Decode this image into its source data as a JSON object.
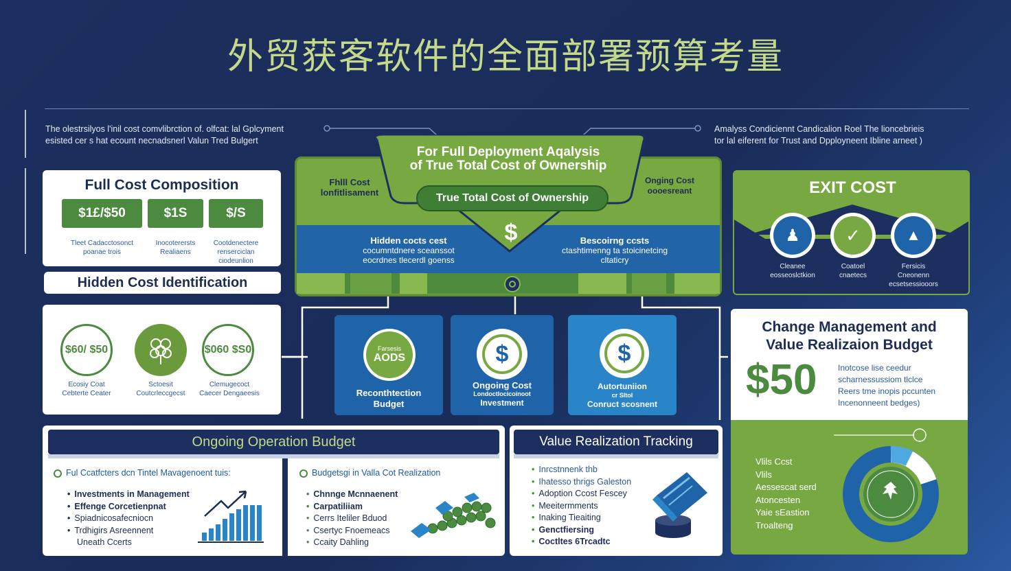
{
  "title": "外贸获客软件的全面部署预算考量",
  "intro_left": [
    "The olestrsilyos l'inil cost comvlibrction of. olfcat: lal Gplcyment",
    "esisted cer s hat ecount necnadsnerl Valun Tred Bulgert"
  ],
  "intro_right": [
    "Amalyss Condiciennt Candicalion Roel The lioncebrieis",
    "tor lal eiferent for Trust and Dpployneent Ibline arneet )"
  ],
  "center": {
    "header_l1": "For Full Deployment Aqalysis",
    "header_l2": "of True Total Cost of Ownership",
    "pill": "True Total Cost of Ownership",
    "left_tab": [
      "Fhlll Cost",
      "lonfitlisament"
    ],
    "right_tab": [
      "Onging Cost",
      "oooesreant"
    ],
    "dollar": "$",
    "band_left": [
      "Hidden cocts cest",
      "cocumntdnere sceanssot",
      "eocrdnes  tlecerdl goenss"
    ],
    "band_right": [
      "Bescoirng ccsts",
      "ctashtimenng ta stoicinetcing",
      "cltaticry"
    ]
  },
  "full_cost": {
    "title": "Full Cost Composition",
    "values": [
      "$1£/$50",
      "$1S",
      "$/S"
    ],
    "captions": [
      [
        "Tleet Cadacctosonct",
        "poanae trois"
      ],
      [
        "Inocoterersts",
        "Realiaens"
      ],
      [
        "Cootdenectere",
        "renserciclan",
        "ciodeunlion"
      ]
    ]
  },
  "hidden_cost": {
    "title": "Hidden Cost Identification",
    "circles": [
      "$60/ $50",
      "",
      "$060 $S0"
    ],
    "captions": [
      [
        "Ecosiy Coat",
        "Cebterte Ceater"
      ],
      [
        "Sctoesit",
        "Coutcrleccgecst"
      ],
      [
        "Clemugecoct",
        "Caecer Dengaeesis"
      ]
    ]
  },
  "exit_cost": {
    "title": "EXIT COST",
    "captions": [
      [
        "Cleanee",
        "eosseoslctkion"
      ],
      [
        "Coatoel",
        "cnaetecs"
      ],
      [
        "Fersicis",
        "Cneonenn",
        "ecsetsessiooors"
      ]
    ]
  },
  "center_boxes": [
    {
      "circle": "AODS",
      "circle_top": "Farsesis",
      "label": [
        "Reconthtection",
        "Budget"
      ]
    },
    {
      "circle": "$",
      "label": [
        "Ongoing Cost",
        "Londoctlocicoinoot",
        "Investment"
      ]
    },
    {
      "circle": "$",
      "label": [
        "Autortuniion",
        "cr Sltol",
        "Conruct scosnent"
      ]
    }
  ],
  "change_mgmt": {
    "title_l1": "Change Management and",
    "title_l2": "Value Realizaion Budget",
    "big": "$50",
    "side": [
      "Inotcose lise ceedur",
      "scharnessussiom tlclce",
      "Reers tme inopis pccunten",
      "Incenonneent bedges)"
    ],
    "list": [
      "Vlils Ccst",
      "Vlils",
      "Aessescat serd",
      "Atoncesten",
      "Yaie sEastion",
      "Troalteng"
    ]
  },
  "ongoing": {
    "title": "Ongoing Operation Budget",
    "col1_head": "Ful Ccatfcters dcn Tintel Mavagenoent tuis:",
    "col1_items": [
      "Investments in Management",
      "Effenge Corcetienpnat",
      "Spiadnicosafecniocn",
      "Trdhigirs Asreennent",
      "Uneath Ccerts"
    ],
    "col2_head": "Budgetsgi in Valla Cot Realization",
    "col2_items": [
      "Chnnge Mcnnaenent",
      "Carpatiliiam",
      "Cerrs Iteliler Bduod",
      "Csertyc Fnoemeacs",
      "Ccaity Dahling"
    ]
  },
  "value_tracking": {
    "title": "Value Realization Tracking",
    "items": [
      "Inrcstnnenk thb",
      "Ihatesso thrigs Galeston",
      "Adoption Ccost Fescey",
      "Meeitermments",
      "Inaking Tieaiting",
      "Genctfiersing",
      "Coctltes 6Trcadtc"
    ]
  },
  "colors": {
    "navy": "#1c2f5e",
    "green": "#78a842",
    "dark_green": "#4b8a3f",
    "blue": "#1f63a8",
    "title": "#c4d98a"
  }
}
